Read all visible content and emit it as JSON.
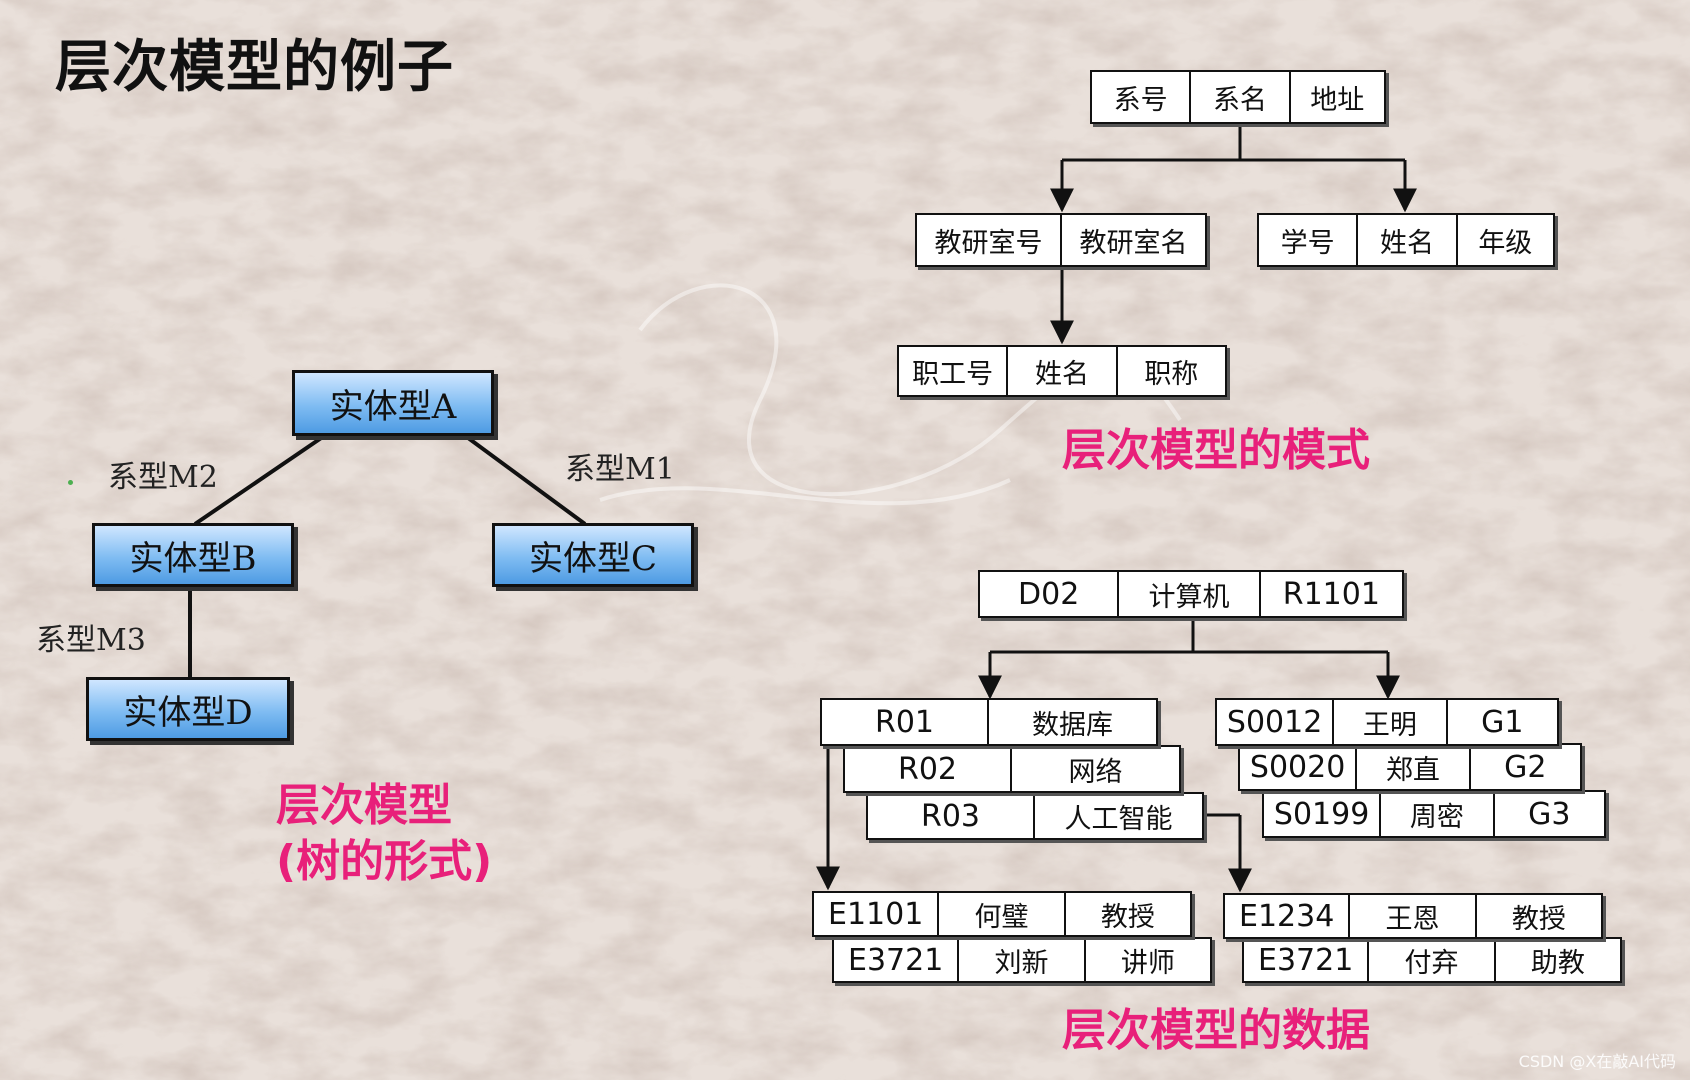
{
  "title": "层次模型的例子",
  "tree": {
    "entity_a": "实体型A",
    "entity_b": "实体型B",
    "entity_c": "实体型C",
    "entity_d": "实体型D",
    "rel_m1": "系型M1",
    "rel_m2": "系型M2",
    "rel_m3": "系型M3",
    "caption_line1": "层次模型",
    "caption_line2": "(树的形式)"
  },
  "schema": {
    "root": [
      "系号",
      "系名",
      "地址"
    ],
    "left": [
      "教研室号",
      "教研室名"
    ],
    "right": [
      "学号",
      "姓名",
      "年级"
    ],
    "child": [
      "职工号",
      "姓名",
      "职称"
    ],
    "caption": "层次模型的模式"
  },
  "data": {
    "root": [
      "D02",
      "计算机",
      "R1101"
    ],
    "rooms": [
      [
        "R01",
        "数据库"
      ],
      [
        "R02",
        "网络"
      ],
      [
        "R03",
        "人工智能"
      ]
    ],
    "students": [
      [
        "S0012",
        "王明",
        "G1"
      ],
      [
        "S0020",
        "郑直",
        "G2"
      ],
      [
        "S0199",
        "周密",
        "G3"
      ]
    ],
    "staff_left": [
      [
        "E1101",
        "何璧",
        "教授"
      ],
      [
        "E3721",
        "刘新",
        "讲师"
      ]
    ],
    "staff_right": [
      [
        "E1234",
        "王恩",
        "教授"
      ],
      [
        "E3721",
        "付弃",
        "助教"
      ]
    ],
    "caption": "层次模型的数据"
  },
  "watermark": "CSDN @X在敲AI代码",
  "colors": {
    "accent": "#e8207a",
    "entity_fill": "#7fbcf2"
  }
}
